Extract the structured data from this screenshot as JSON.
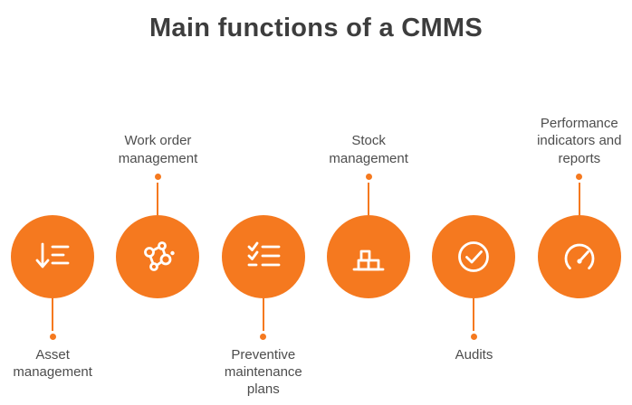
{
  "title": "Main functions of a CMMS",
  "colors": {
    "accent": "#F5791F",
    "title": "#3D3D3D",
    "label": "#4D4D4D"
  },
  "items": [
    {
      "label": "Asset management",
      "label_position": "below",
      "icon": "asset-list-arrow-icon"
    },
    {
      "label": "Work order management",
      "label_position": "above",
      "icon": "network-nodes-icon"
    },
    {
      "label": "Preventive maintenance plans",
      "label_position": "below",
      "icon": "checklist-icon"
    },
    {
      "label": "Stock management",
      "label_position": "above",
      "icon": "stock-shelf-icon"
    },
    {
      "label": "Audits",
      "label_position": "below",
      "icon": "check-circle-icon"
    },
    {
      "label": "Performance indicators and reports",
      "label_position": "above",
      "icon": "gauge-icon"
    }
  ]
}
